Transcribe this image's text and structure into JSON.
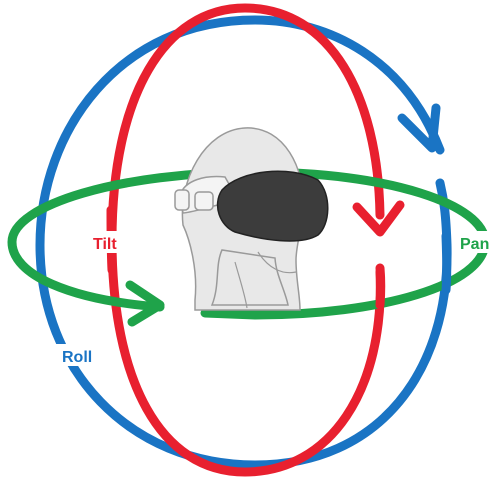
{
  "colors": {
    "tilt": "#e8202f",
    "roll": "#1a74c4",
    "pan": "#1fa34a",
    "head": "#e8e8e8",
    "head_stroke": "#9a9a9a",
    "visor": "#3c3c3c"
  },
  "labels": {
    "tilt": "Tilt",
    "roll": "Roll",
    "pan": "Pan"
  },
  "icons": {
    "head": "head-with-headset-icon"
  }
}
